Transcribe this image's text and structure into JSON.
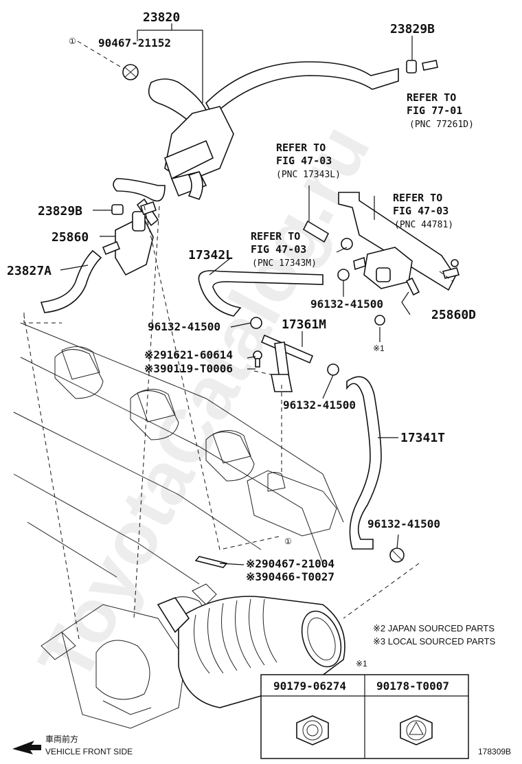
{
  "labels": {
    "hose_assy": "23820",
    "clamp_top": "90467-21152",
    "clamp_top_ref": "①",
    "clip_top_right": "23829B",
    "clip_left": "23829B",
    "vsv_left": "25860",
    "hose_left": "23827A",
    "hose_mid": "17342L",
    "hose_mid_clamp": "96132-41500",
    "pipe": "17361M",
    "bolt_japan": "※291621-60614",
    "bolt_local": "※390119-T0006",
    "clamp_lower_mid": "96132-41500",
    "clamp_right_upper": "96132-41500",
    "vsv_right": "25860D",
    "nut_ref": "※1",
    "hose_right": "17341T",
    "clamp_right_lower": "96132-41500",
    "clamp_lower_ref": "①",
    "clamp_japan": "※290467-21004",
    "clamp_local": "※390466-T0027"
  },
  "refs": [
    {
      "line1": "REFER TO",
      "line2": "FIG 77-01",
      "line3": "(PNC 77261D)"
    },
    {
      "line1": "REFER TO",
      "line2": "FIG 47-03",
      "line3": "(PNC 17343L)"
    },
    {
      "line1": "REFER TO",
      "line2": "FIG 47-03",
      "line3": "(PNC 44781)"
    },
    {
      "line1": "REFER TO",
      "line2": "FIG 47-03",
      "line3": "(PNC 17343M)"
    }
  ],
  "notes": {
    "japan": "※2 JAPAN SOURCED PARTS",
    "local": "※3 LOCAL SOURCED PARTS"
  },
  "nut_table": {
    "ref": "※1",
    "col1": "90179-06274",
    "col2": "90178-T0007"
  },
  "direction": {
    "jp": "車両前方",
    "en": "VEHICLE FRONT SIDE"
  },
  "figure_id": "178309B",
  "watermark": "ToyotaCatalog.ru"
}
